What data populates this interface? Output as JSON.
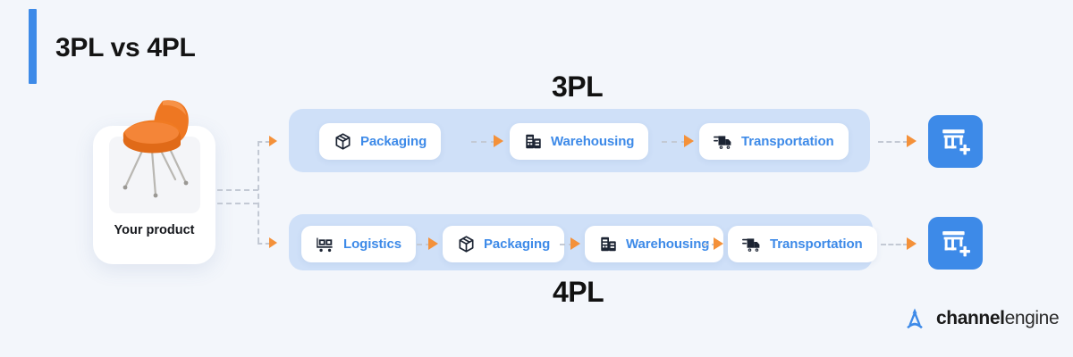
{
  "header": {
    "title": "3PL vs 4PL",
    "accent_color": "#3d8ae8"
  },
  "product": {
    "label": "Your product",
    "image_alt": "orange-chair"
  },
  "flows": [
    {
      "id": "3pl",
      "heading": "3PL",
      "heading_position": "top",
      "band_color": "#cfe0f8",
      "steps": [
        {
          "icon": "package-box-icon",
          "label": "Packaging"
        },
        {
          "icon": "warehouse-building-icon",
          "label": "Warehousing"
        },
        {
          "icon": "delivery-truck-icon",
          "label": "Transportation"
        }
      ],
      "destination_icon": "storefront-add-icon"
    },
    {
      "id": "4pl",
      "heading": "4PL",
      "heading_position": "bottom",
      "band_color": "#cfe0f8",
      "steps": [
        {
          "icon": "logistics-cart-icon",
          "label": "Logistics"
        },
        {
          "icon": "package-box-icon",
          "label": "Packaging"
        },
        {
          "icon": "warehouse-building-icon",
          "label": "Warehousing"
        },
        {
          "icon": "delivery-truck-icon",
          "label": "Transportation"
        }
      ],
      "destination_icon": "storefront-add-icon"
    }
  ],
  "colors": {
    "background": "#f3f6fb",
    "accent_blue": "#3d8ae8",
    "band_blue": "#cfe0f8",
    "arrow_orange": "#f4913a",
    "chip_text": "#3d8ae8",
    "icon_dark": "#1c2433",
    "dashed_line": "#c3c9d4"
  },
  "brand": {
    "name_bold": "channel",
    "name_light": "engine",
    "mark": "channelengine-tripod-logo"
  }
}
